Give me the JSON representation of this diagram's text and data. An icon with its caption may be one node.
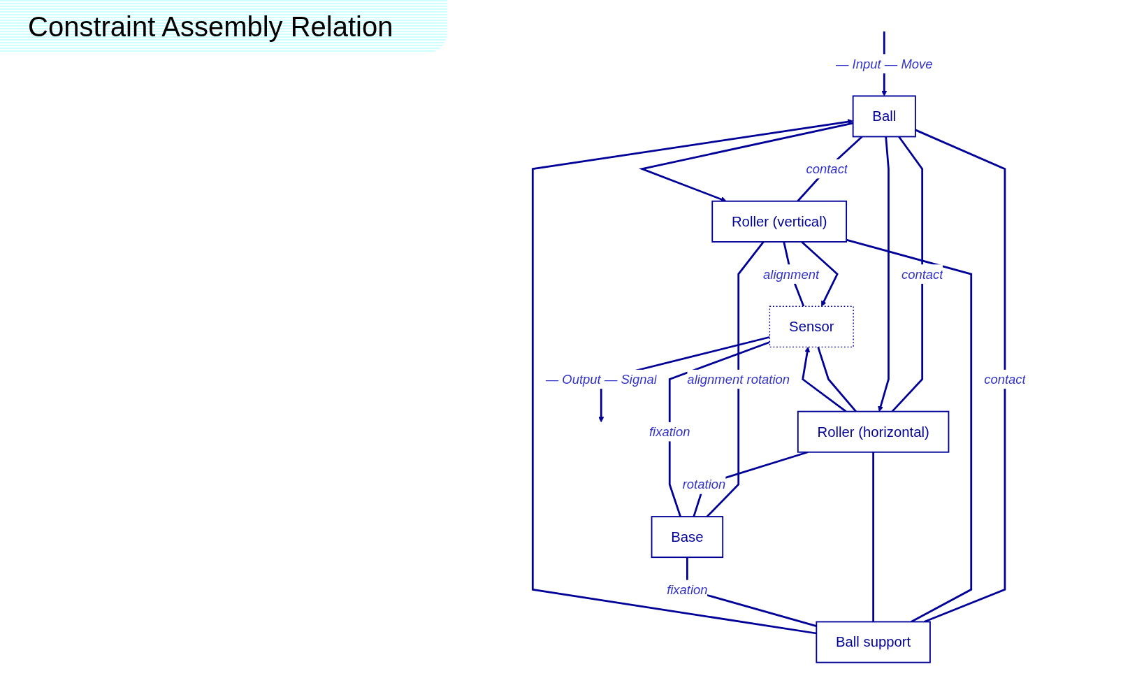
{
  "diagram": {
    "title": "Constraint Assembly Relation",
    "nodes": [
      {
        "text": [
          "Ball"
        ]
      },
      {
        "text": [
          "Roller (vertical)"
        ]
      },
      {
        "text": [
          "Roller (horizontal)"
        ]
      },
      {
        "text": [
          "Ball support"
        ]
      },
      {
        "text": [
          "Sensor"
        ]
      },
      {
        "text": [
          "Base"
        ]
      }
    ],
    "edges": [
      {
        "from": null,
        "to": 0,
        "arrow": "to",
        "label": "— Input — Move"
      },
      {
        "from": 0,
        "to": 1,
        "arrow": "none",
        "label": "contact"
      },
      {
        "from": 0,
        "to": 1,
        "arrow": "to"
      },
      {
        "from": 0,
        "to": 2,
        "arrow": "none",
        "label": "contact"
      },
      {
        "from": 0,
        "to": 2,
        "arrow": "to"
      },
      {
        "from": 0,
        "to": 3,
        "arrow": "none",
        "label": "contact"
      },
      {
        "from": 3,
        "to": 0,
        "arrow": "to"
      },
      {
        "from": 1,
        "to": 3,
        "arrow": "none"
      },
      {
        "from": 2,
        "to": 3,
        "arrow": "none"
      },
      {
        "from": 4,
        "to": 1,
        "arrow": "none",
        "label": "alignment"
      },
      {
        "from": 1,
        "to": 4,
        "arrow": "to"
      },
      {
        "from": 2,
        "to": 4,
        "arrow": "to"
      },
      {
        "from": 4,
        "to": 2,
        "arrow": "none"
      },
      {
        "from": 1,
        "to": 5,
        "arrow": "none",
        "label": "alignment rotation"
      },
      {
        "from": 2,
        "to": 5,
        "arrow": "none",
        "label": "rotation"
      },
      {
        "from": 5,
        "to": 3,
        "arrow": "none",
        "label": "fixation"
      },
      {
        "from": 4,
        "to": 5,
        "arrow": "none",
        "label": "fixation"
      },
      {
        "from": 4,
        "to": null,
        "arrow": "to",
        "label": "— Output — Signal"
      }
    ]
  }
}
